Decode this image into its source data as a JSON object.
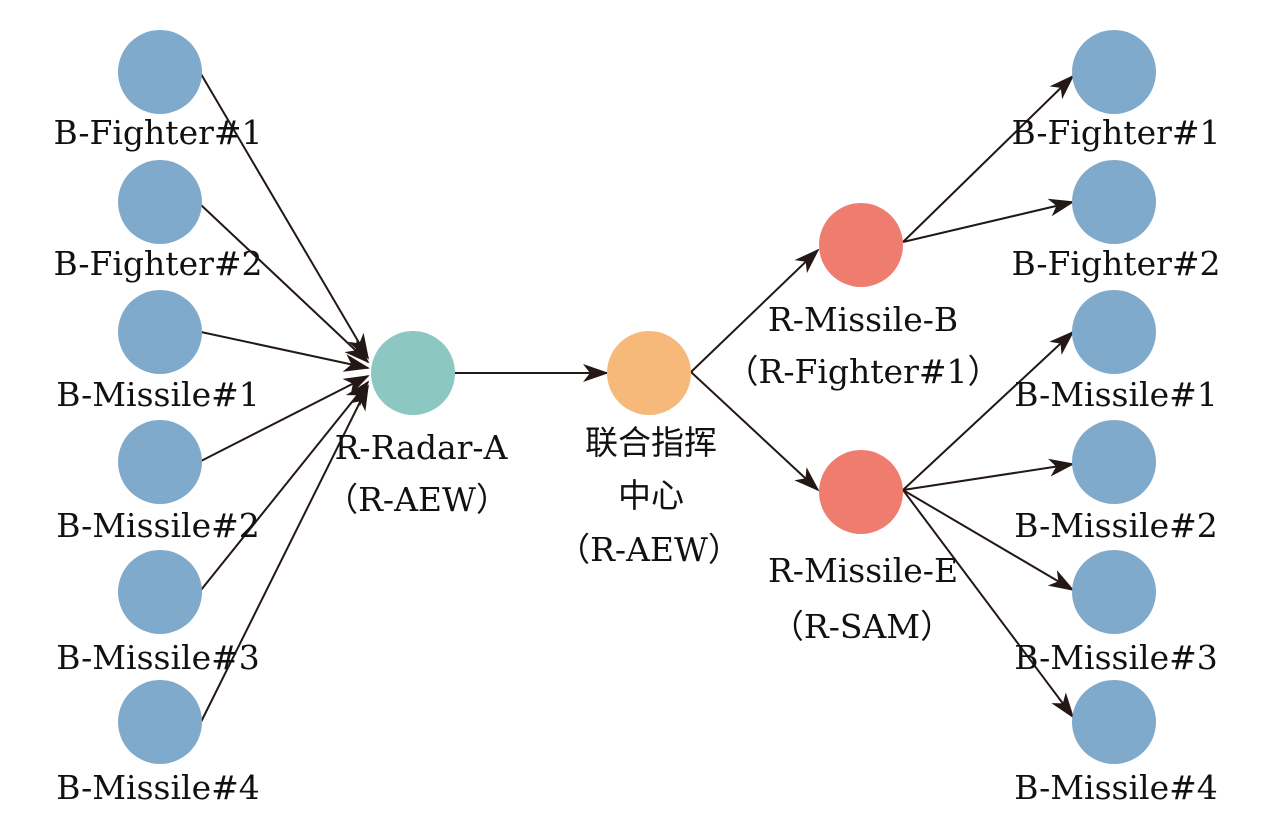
{
  "colors": {
    "blue_node": "#80AACB",
    "radar_node": "#8CC8C1",
    "command_node": "#F6B97A",
    "missile_node": "#EE7D70",
    "edge": "#231815"
  },
  "left_nodes": [
    {
      "label": "B-Fighter#1"
    },
    {
      "label": "B-Fighter#2"
    },
    {
      "label": "B-Missile#1"
    },
    {
      "label": "B-Missile#2"
    },
    {
      "label": "B-Missile#3"
    },
    {
      "label": "B-Missile#4"
    }
  ],
  "radar": {
    "line1": "R-Radar-A",
    "line2": "（R-AEW）"
  },
  "command": {
    "line1": "联合指挥",
    "line2": "中心",
    "line3": "（R-AEW）"
  },
  "missile_b": {
    "line1": "R-Missile-B",
    "line2": "（R-Fighter#1）"
  },
  "missile_e": {
    "line1": "R-Missile-E",
    "line2": "（R-SAM）"
  },
  "right_nodes": [
    {
      "label": "B-Fighter#1"
    },
    {
      "label": "B-Fighter#2"
    },
    {
      "label": "B-Missile#1"
    },
    {
      "label": "B-Missile#2"
    },
    {
      "label": "B-Missile#3"
    },
    {
      "label": "B-Missile#4"
    }
  ]
}
